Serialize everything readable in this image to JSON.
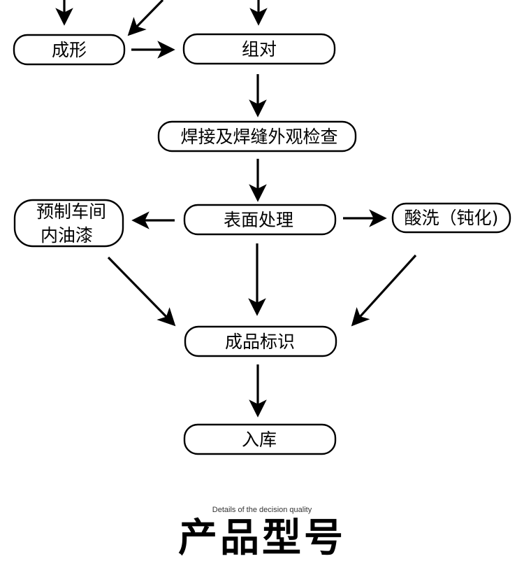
{
  "diagram": {
    "nodes": {
      "forming": "成形",
      "assembly": "组对",
      "welding": "焊接及焊缝外观检查",
      "prefab_paint_l1": "预制车间",
      "prefab_paint_l2": "内油漆",
      "surface": "表面处理",
      "pickling": "酸洗（钝化)",
      "marking": "成品标识",
      "storage": "入库"
    }
  },
  "footer": {
    "subtitle": "Details of the decision quality",
    "title": "产品型号"
  }
}
